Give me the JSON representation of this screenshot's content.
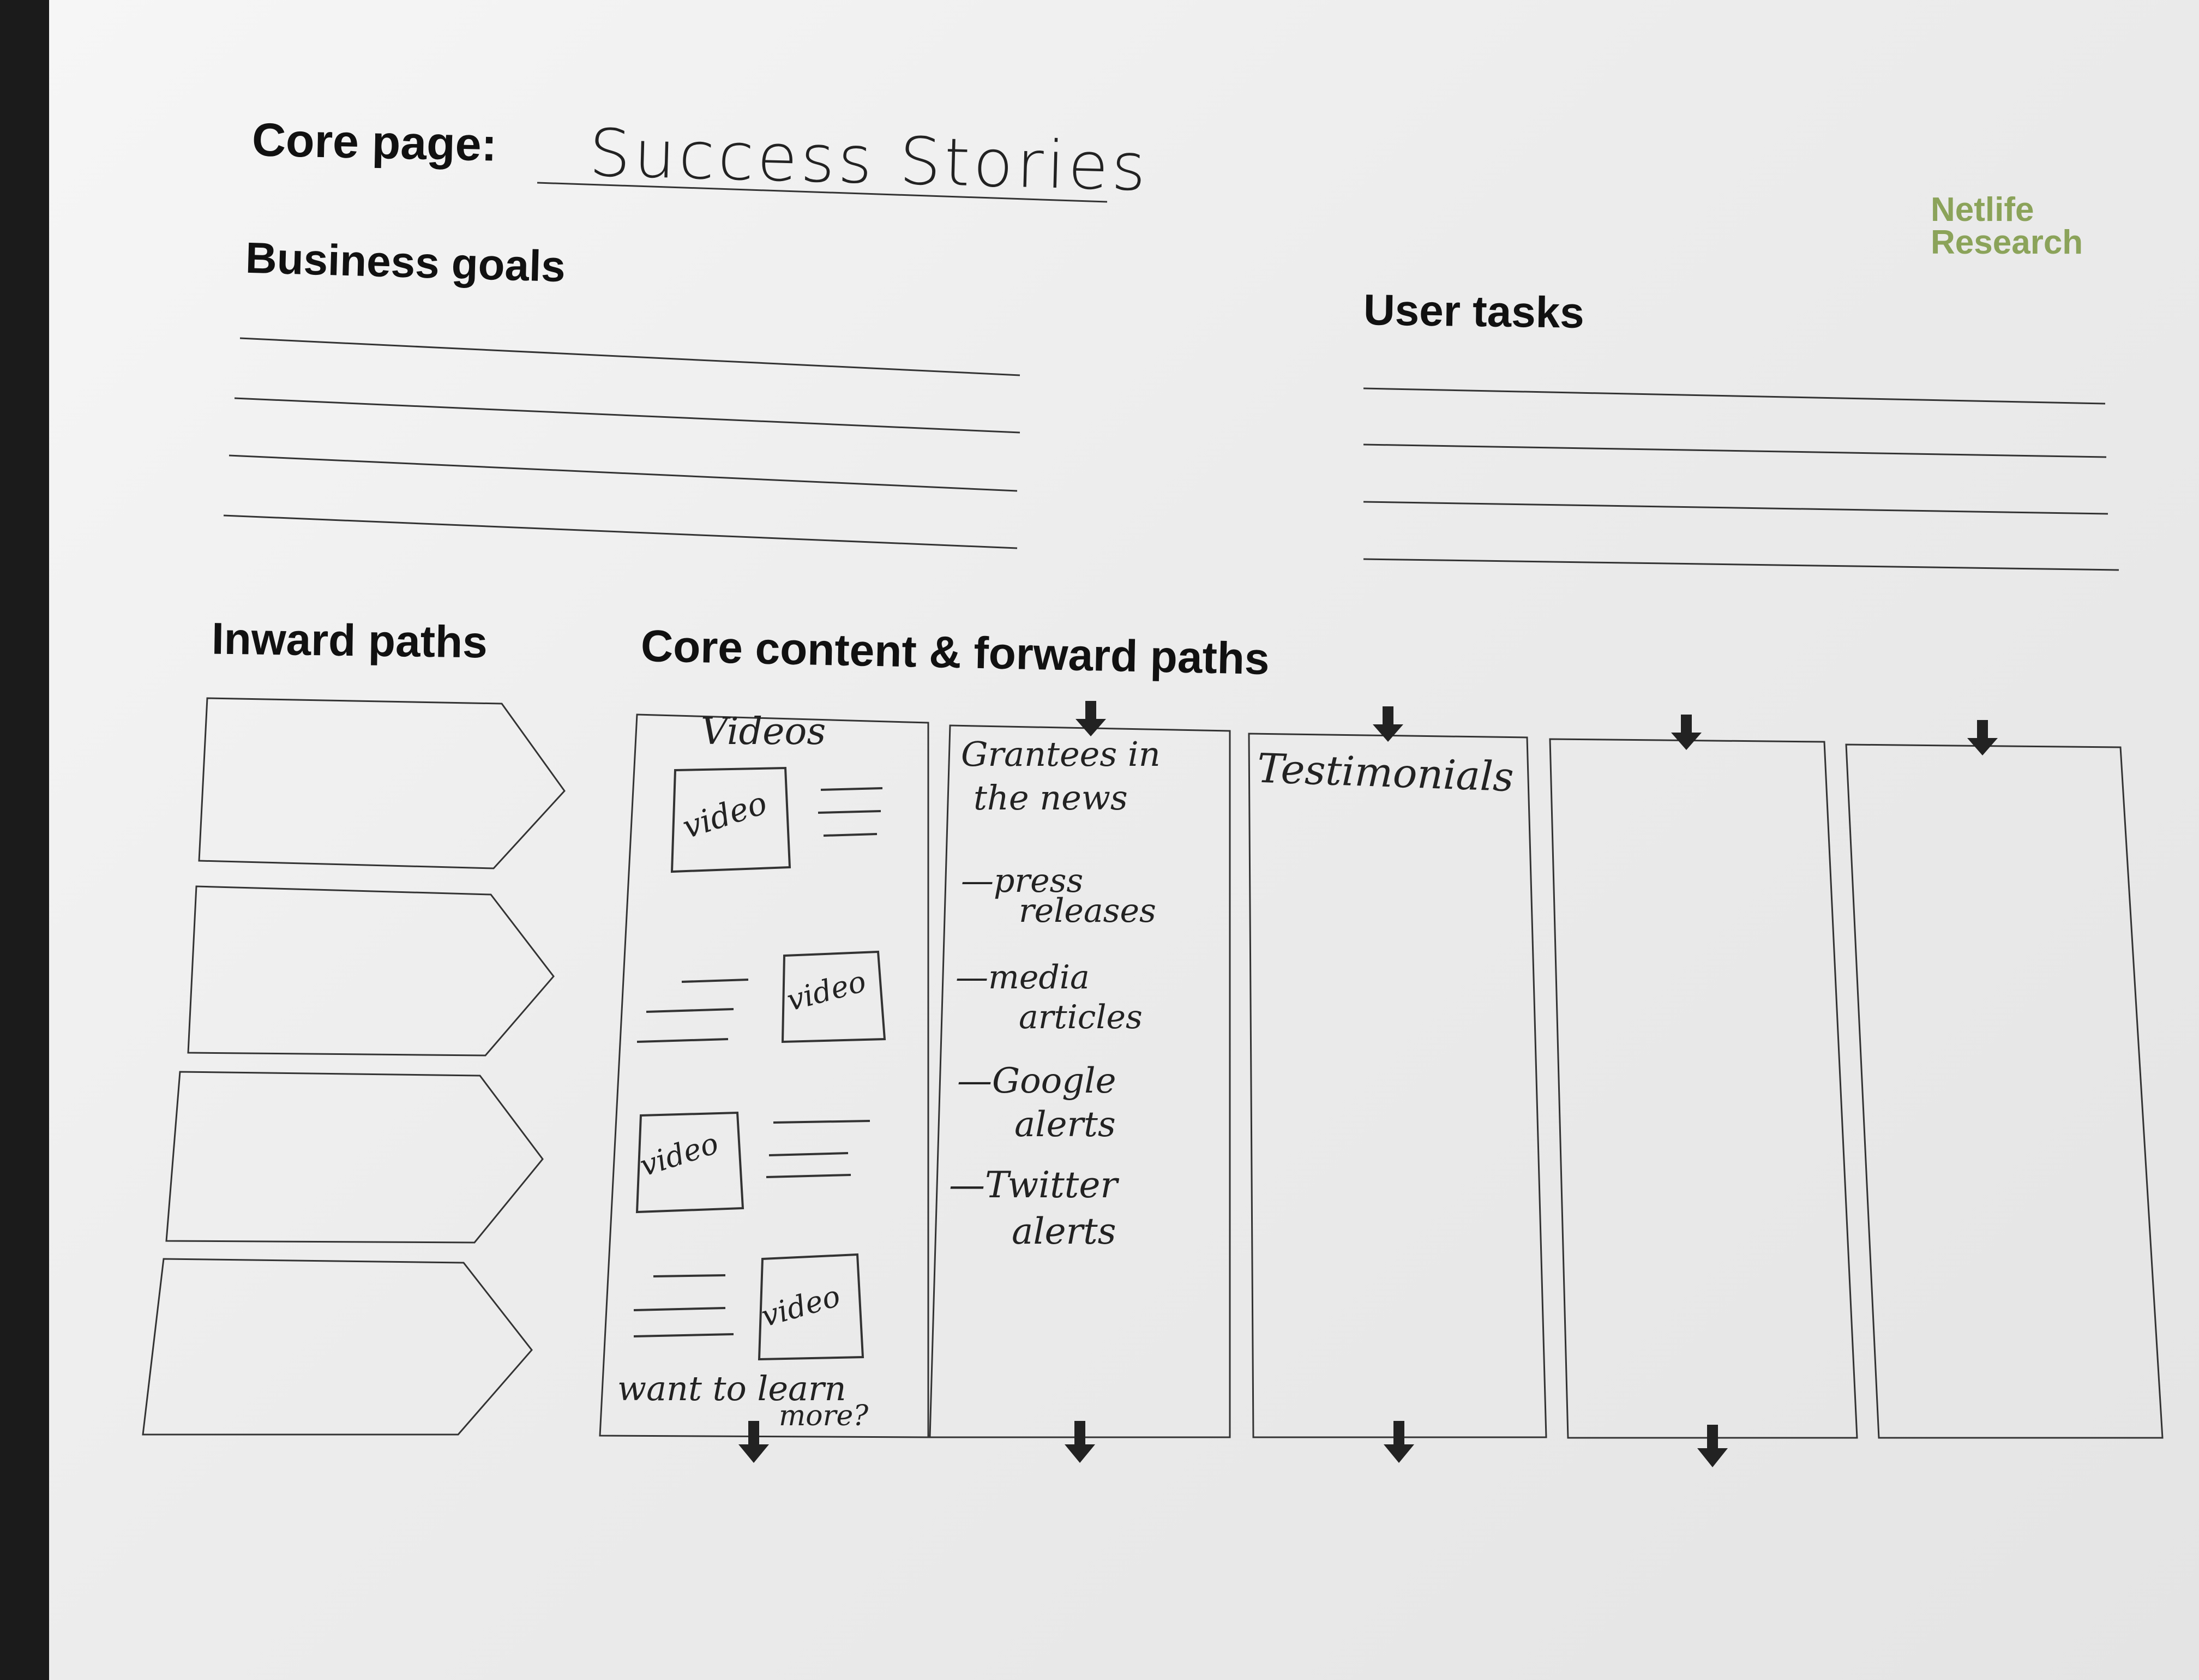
{
  "header": {
    "core_page_label": "Core page:",
    "core_page_value": "Success Stories",
    "brand_line1": "Netlife",
    "brand_line2": "Research"
  },
  "sections": {
    "business_goals": "Business goals",
    "user_tasks": "User tasks",
    "inward_paths": "Inward paths",
    "core_content": "Core content & forward paths"
  },
  "columns": [
    {
      "title": "Videos",
      "thumb_label_1": "video",
      "thumb_label_2": "video",
      "thumb_label_3": "video",
      "thumb_label_4": "video",
      "footer_1": "want to learn",
      "footer_2": "more?"
    },
    {
      "title_1": "Grantees in",
      "title_2": "the news",
      "item_1a": "—press",
      "item_1b": "releases",
      "item_2a": "—media",
      "item_2b": "articles",
      "item_3a": "—Google",
      "item_3b": "alerts",
      "item_4a": "—Twitter",
      "item_4b": "alerts"
    },
    {
      "title": "Testimonials"
    },
    {
      "title": ""
    },
    {
      "title": ""
    }
  ],
  "colors": {
    "paper": "#efefef",
    "ink": "#111111",
    "brand_green": "#8ba35a"
  }
}
